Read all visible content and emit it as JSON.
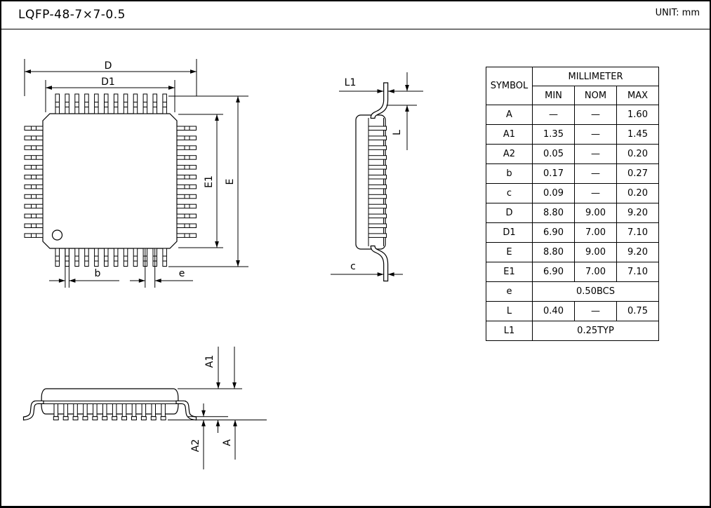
{
  "header": {
    "title": "LQFP-48-7×7-0.5",
    "unit_label": "UNIT: mm"
  },
  "labels": {
    "d": "D",
    "d1": "D1",
    "e_big": "E",
    "e1": "E1",
    "b": "b",
    "e_pitch": "e",
    "l1": "L1",
    "l": "L",
    "c": "c",
    "a": "A",
    "a1": "A1",
    "a2": "A2"
  },
  "table": {
    "symbol_header": "SYMBOL",
    "group_header": "MILLIMETER",
    "col_headers": [
      "MIN",
      "NOM",
      "MAX"
    ],
    "rows": [
      {
        "symbol": "A",
        "min": "—",
        "nom": "—",
        "max": "1.60"
      },
      {
        "symbol": "A1",
        "min": "1.35",
        "nom": "—",
        "max": "1.45"
      },
      {
        "symbol": "A2",
        "min": "0.05",
        "nom": "—",
        "max": "0.20"
      },
      {
        "symbol": "b",
        "min": "0.17",
        "nom": "—",
        "max": "0.27"
      },
      {
        "symbol": "c",
        "min": "0.09",
        "nom": "—",
        "max": "0.20"
      },
      {
        "symbol": "D",
        "min": "8.80",
        "nom": "9.00",
        "max": "9.20"
      },
      {
        "symbol": "D1",
        "min": "6.90",
        "nom": "7.00",
        "max": "7.10"
      },
      {
        "symbol": "E",
        "min": "8.80",
        "nom": "9.00",
        "max": "9.20"
      },
      {
        "symbol": "E1",
        "min": "6.90",
        "nom": "7.00",
        "max": "7.10"
      },
      {
        "symbol": "e",
        "value": "0.50BCS"
      },
      {
        "symbol": "L",
        "min": "0.40",
        "nom": "—",
        "max": "0.75"
      },
      {
        "symbol": "L1",
        "value": "0.25TYP"
      }
    ]
  }
}
